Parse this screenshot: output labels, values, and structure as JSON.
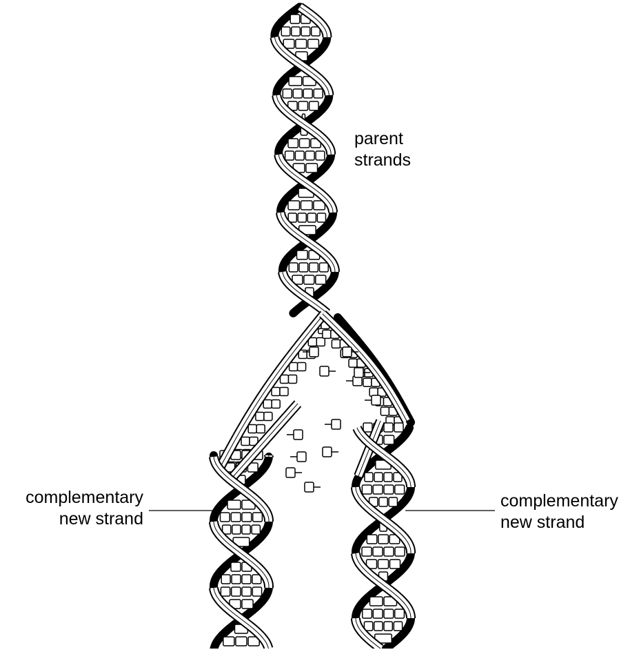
{
  "labels": {
    "parent": {
      "line1": "parent",
      "line2": "strands"
    },
    "left_new": {
      "line1": "complementary",
      "line2": "new strand"
    },
    "right_new": {
      "line1": "complementary",
      "line2": "new strand"
    }
  },
  "colors": {
    "ink": "#000000",
    "paper": "#ffffff"
  }
}
